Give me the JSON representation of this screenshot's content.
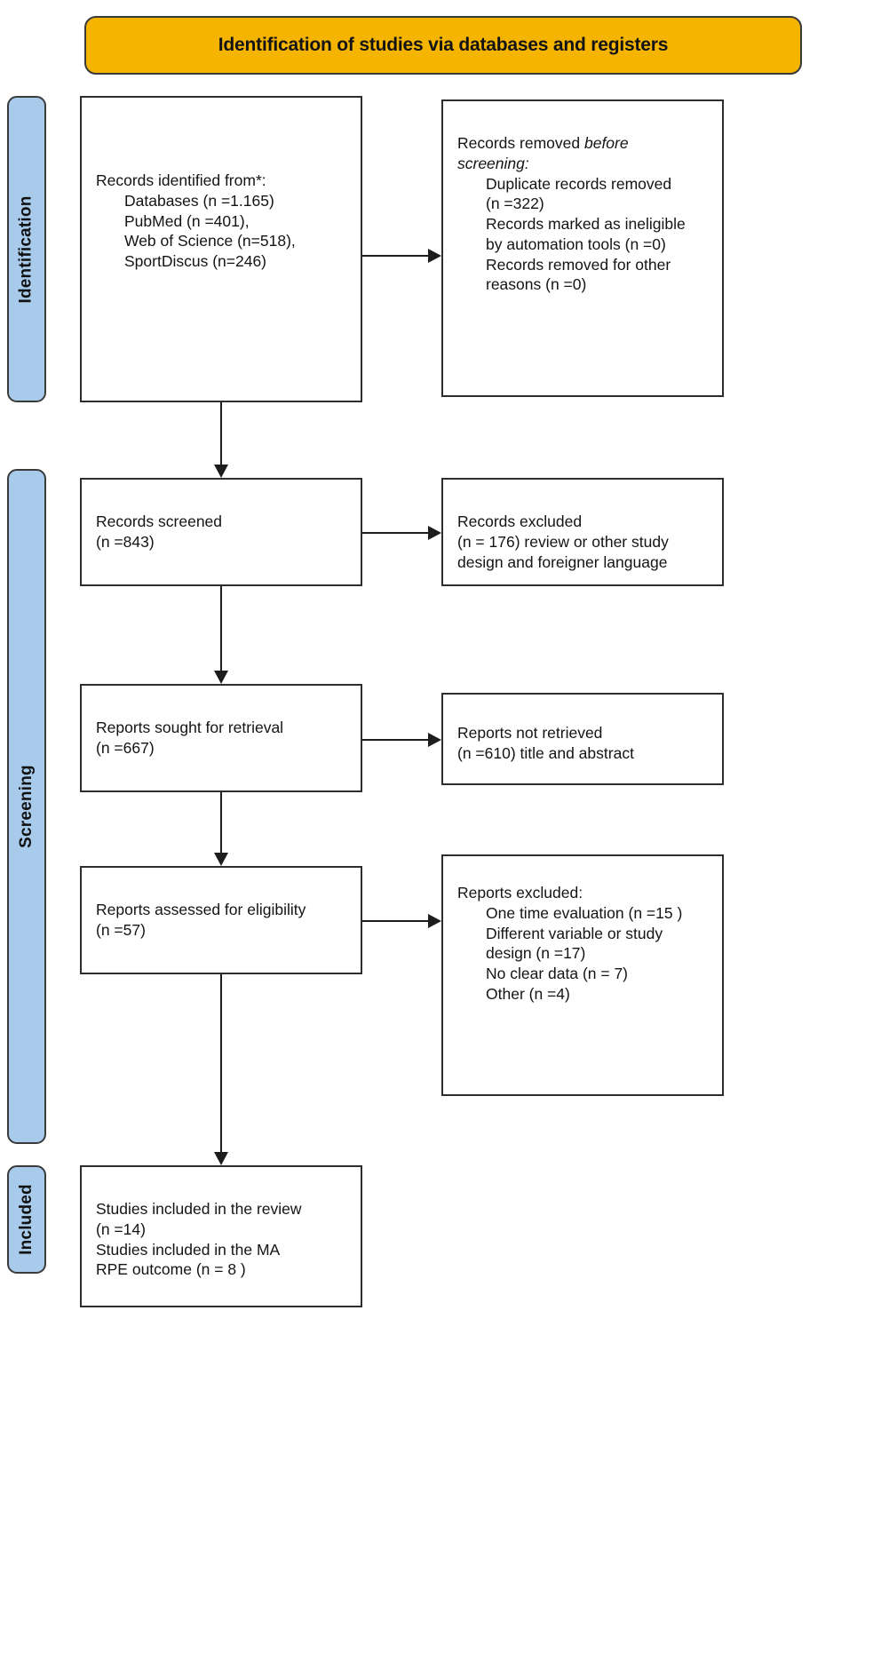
{
  "banner": {
    "title": "Identification of studies via databases and registers",
    "bg_color": "#f5b400"
  },
  "stages": {
    "identification": "Identification",
    "screening": "Screening",
    "included": "Included",
    "bg_color": "#a8cbec"
  },
  "boxes": {
    "records_identified": {
      "line1": "Records identified from*:",
      "line2": "Databases (n =1.165)",
      "line3": "PubMed (n =401),",
      "line4": "Web of Science (n=518),",
      "line5": "SportDiscus (n=246)"
    },
    "records_removed": {
      "line1_a": "Records removed ",
      "line1_b": "before",
      "line2": "screening:",
      "line3": "Duplicate records removed",
      "line4": "(n =322)",
      "line5": "Records marked as ineligible",
      "line6": "by automation tools (n =0)",
      "line7": "Records removed for other",
      "line8": "reasons (n =0)"
    },
    "records_screened": {
      "line1": "Records screened",
      "line2": "(n =843)"
    },
    "records_excluded": {
      "line1": "Records excluded",
      "line2": "(n = 176) review or other study",
      "line3": "design and foreigner language"
    },
    "reports_sought": {
      "line1": "Reports sought for retrieval",
      "line2": "(n =667)"
    },
    "reports_not_retrieved": {
      "line1": "Reports not retrieved",
      "line2": "(n =610) title and abstract"
    },
    "reports_assessed": {
      "line1": "Reports assessed for eligibility",
      "line2": "(n =57)"
    },
    "reports_excluded_list": {
      "line1": "Reports excluded:",
      "line2": "One time evaluation (n =15 )",
      "line3": "Different variable or study",
      "line4": "design (n =17)",
      "line5": "No clear data (n = 7)",
      "line6": "Other (n =4)"
    },
    "studies_included": {
      "line1": "Studies included in the review",
      "line2": "(n =14)",
      "line3": "Studies included in the MA",
      "line4": "RPE outcome (n = 8 )"
    }
  }
}
